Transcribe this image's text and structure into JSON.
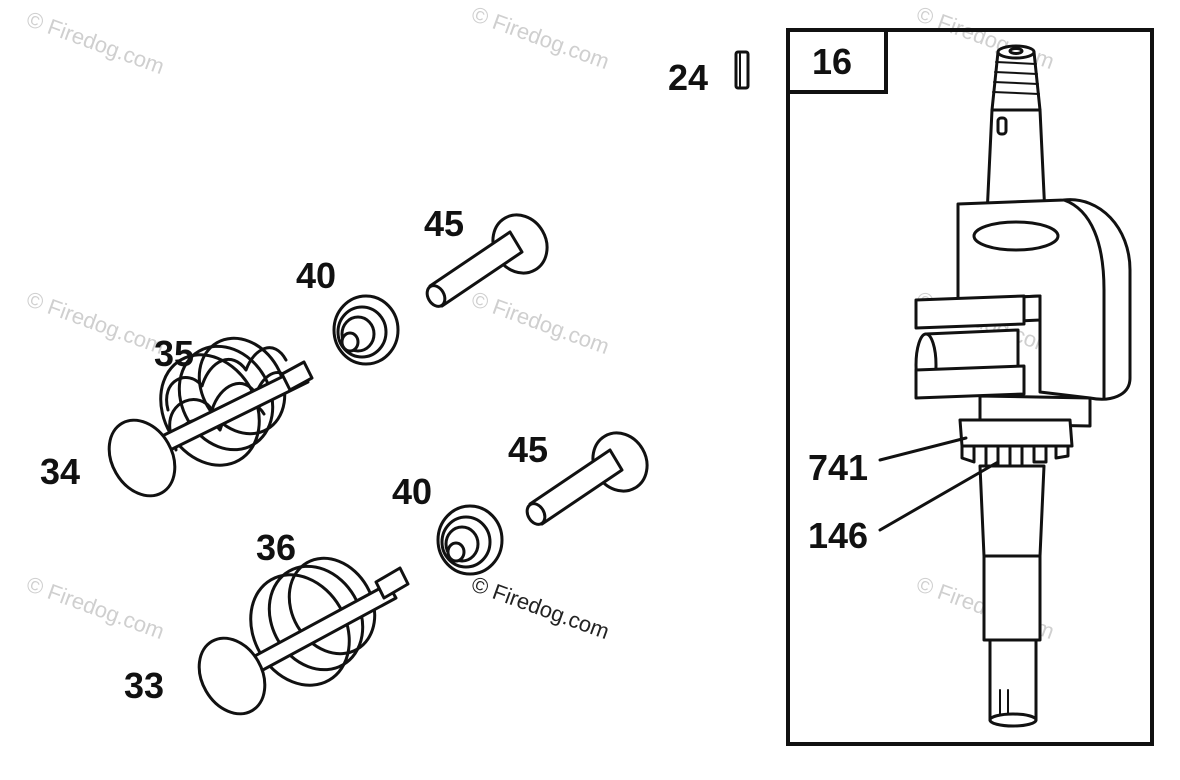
{
  "watermark": "© Firedog.com",
  "watermark_center": "© Firedog.com",
  "callouts": {
    "crankshaft": "16",
    "key": "24",
    "guide_top": "45",
    "retainer_top": "40",
    "spring_top": "35",
    "valve_top": "34",
    "guide_bottom": "45",
    "retainer_bottom": "40",
    "spring_bottom": "36",
    "valve_bottom": "33",
    "gear": "741",
    "gear_key": "146"
  }
}
